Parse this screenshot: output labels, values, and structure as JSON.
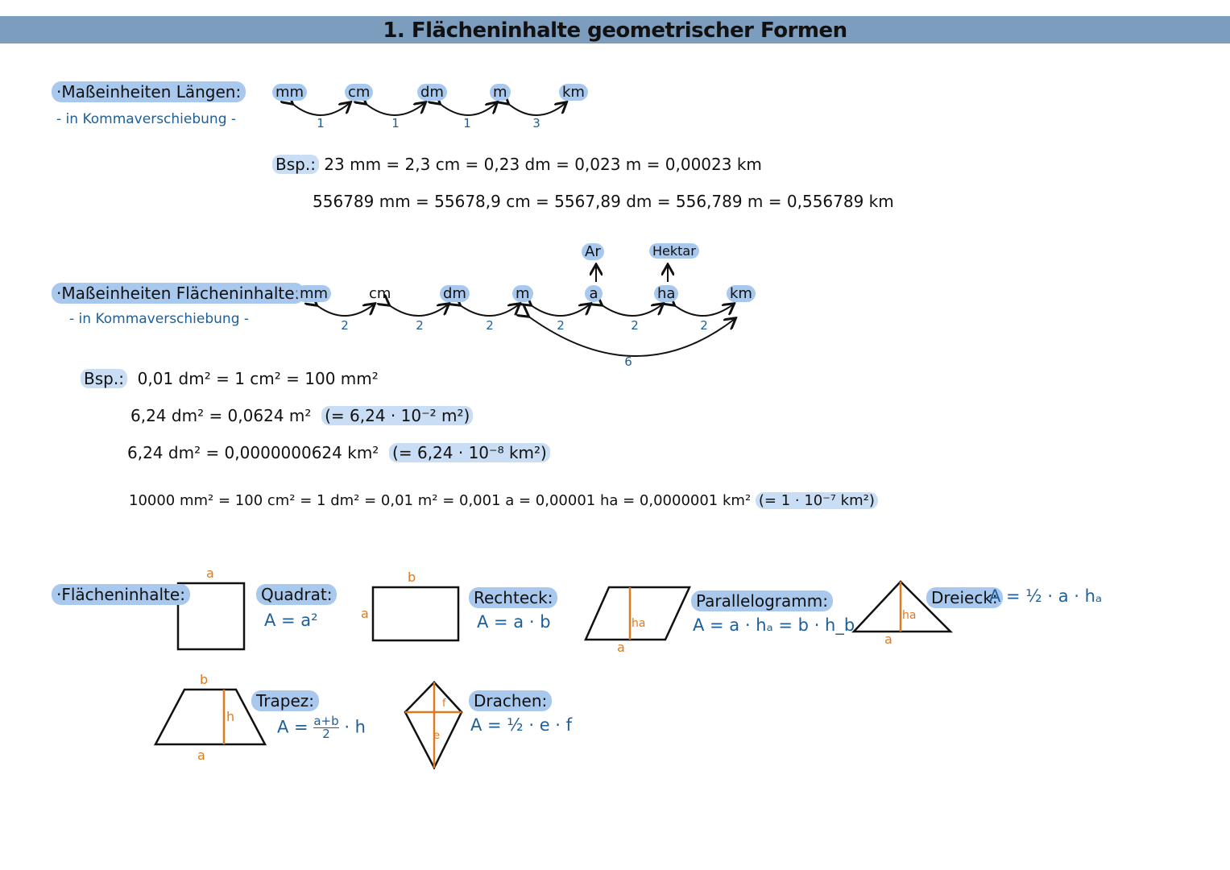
{
  "title": "1. Flächeninhalte geometrischer Formen",
  "laengen": {
    "heading": "·Maßeinheiten Längen:",
    "subheading": "- in Kommaverschiebung -",
    "units": [
      "mm",
      "cm",
      "dm",
      "m",
      "km"
    ],
    "steps": [
      "1",
      "1",
      "1",
      "3"
    ],
    "bsp_label": "Bsp.:",
    "example1": "23 mm  =  2,3 cm   =  0,23 dm   =  0,023 m    = 0,00023 km",
    "example2": "556789 mm  =  55678,9 cm   = 5567,89 dm  =  556,789 m  =  0,556789 km"
  },
  "flaechen": {
    "heading": "·Maßeinheiten Flächeninhalte:",
    "subheading": "- in Kommaverschiebung -",
    "units": [
      "mm",
      "cm",
      "dm",
      "m",
      "a",
      "ha",
      "km"
    ],
    "steps": [
      "2",
      "2",
      "2",
      "2",
      "2",
      "2"
    ],
    "big_step": "6",
    "ar_label": "Ar",
    "hektar_label": "Hektar",
    "bsp_label": "Bsp.:",
    "ex1": "0,01 dm²  =  1 cm²  =  100 mm²",
    "ex2_main": "6,24  dm²  =  0,0624 m²",
    "ex2_note": "(= 6,24 · 10⁻² m²)",
    "ex3_main": "6,24 dm²   = 0,0000000624 km²",
    "ex3_note": "(= 6,24 · 10⁻⁸ km²)",
    "ex4_main": "10000 mm²  =  100 cm²  =  1 dm²  =  0,01 m²  =  0,001 a  =  0,00001 ha  =  0,0000001 km²",
    "ex4_note": "(= 1 · 10⁻⁷ km²)"
  },
  "shapes": {
    "heading": "·Flächeninhalte:",
    "quadrat": {
      "name": "Quadrat:",
      "formula": "A = a²",
      "side": "a"
    },
    "rechteck": {
      "name": "Rechteck:",
      "formula": "A = a · b",
      "side_a": "a",
      "side_b": "b"
    },
    "parallelogramm": {
      "name": "Parallelogramm:",
      "formula": "A = a · hₐ = b · h_b",
      "side": "a",
      "height": "ha"
    },
    "dreieck": {
      "name": "Dreieck:",
      "formula": "A = ½ · a · hₐ",
      "side": "a",
      "height": "ha"
    },
    "trapez": {
      "name": "Trapez:",
      "formula_a": "A =",
      "frac_num": "a+b",
      "frac_den": "2",
      "formula_b": "· h",
      "side_a": "a",
      "side_b": "b",
      "height": "h"
    },
    "drachen": {
      "name": "Drachen:",
      "formula": "A = ½ · e · f",
      "diag_e": "e",
      "diag_f": "f"
    }
  },
  "colors": {
    "banner": "#7d9dbe",
    "highlight": "#a9c8ee",
    "formula_blue": "#1f5e97",
    "orange": "#e07a1e"
  }
}
